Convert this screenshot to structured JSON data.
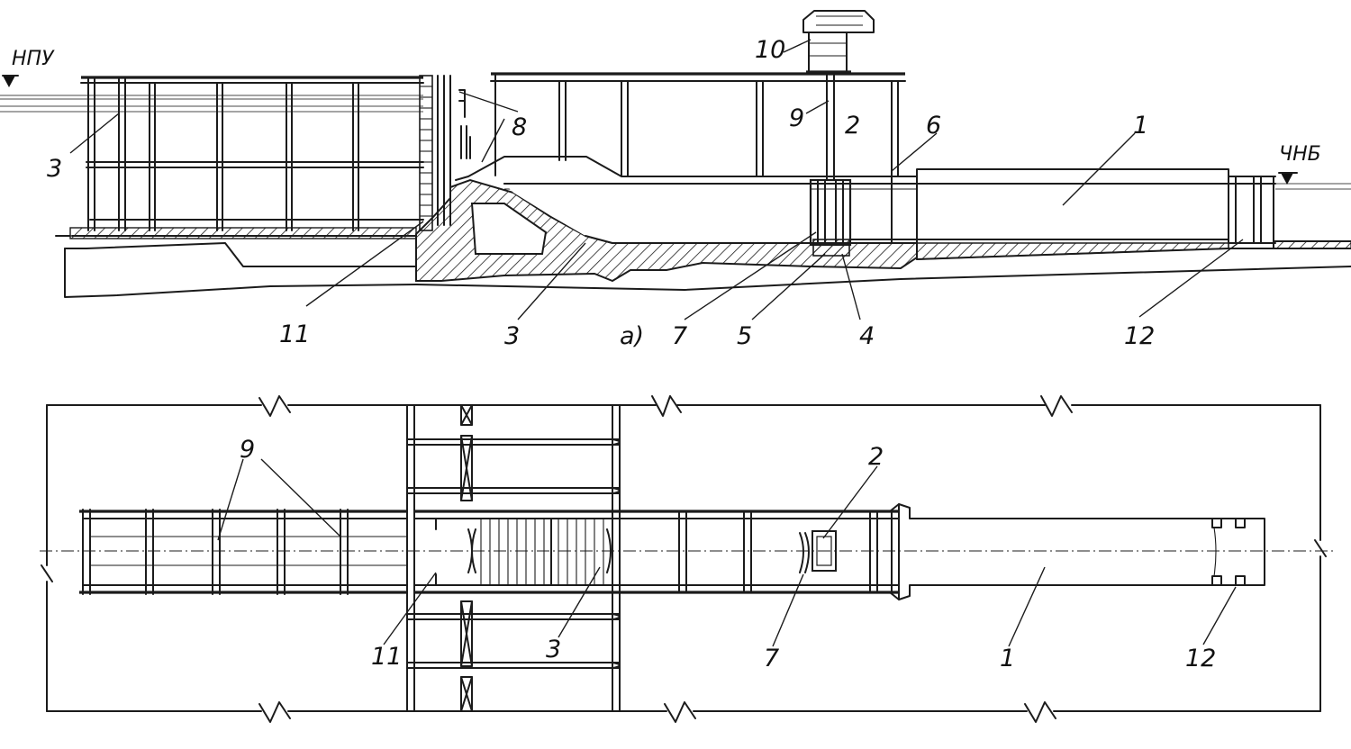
{
  "levels": {
    "upstream": "НПУ",
    "downstream": "ЧНБ"
  },
  "section_a": {
    "subtitle": "а)",
    "labels": {
      "n1": "1",
      "n2": "2",
      "n3_left": "3",
      "n3_mid": "3",
      "n4": "4",
      "n5": "5",
      "n6": "6",
      "n7": "7",
      "n8": "8",
      "n9": "9",
      "n10": "10",
      "n11": "11",
      "n12": "12"
    }
  },
  "plan": {
    "labels": {
      "n1": "1",
      "n2": "2",
      "n3": "3",
      "n7": "7",
      "n9": "9",
      "n11": "11",
      "n12": "12"
    }
  }
}
